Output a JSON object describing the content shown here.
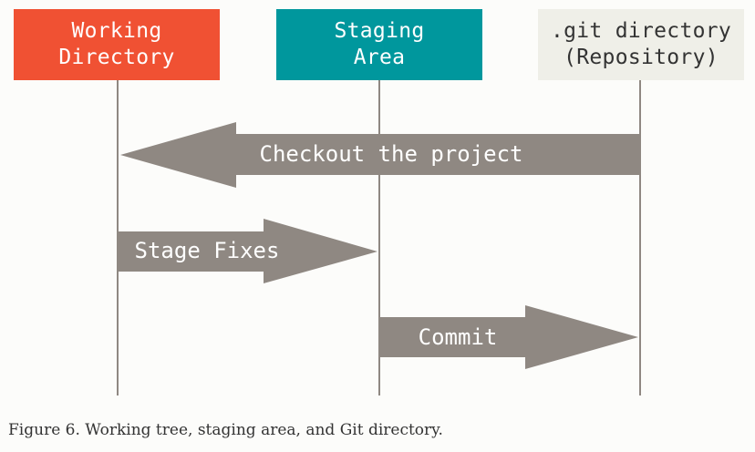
{
  "colors": {
    "background": "#fcfcfa",
    "working_directory_box": "#f05133",
    "staging_area_box": "#00979d",
    "repository_box": "#efefe8",
    "repository_text": "#333333",
    "arrow": "#8f8882",
    "lifeline": "#8f8882"
  },
  "boxes": {
    "working_directory": "Working\nDirectory",
    "staging_area": "Staging\nArea",
    "repository": ".git directory\n(Repository)"
  },
  "arrows": {
    "checkout": "Checkout the project",
    "stage": "Stage Fixes",
    "commit": "Commit"
  },
  "caption": "Figure 6. Working tree, staging area, and Git directory."
}
